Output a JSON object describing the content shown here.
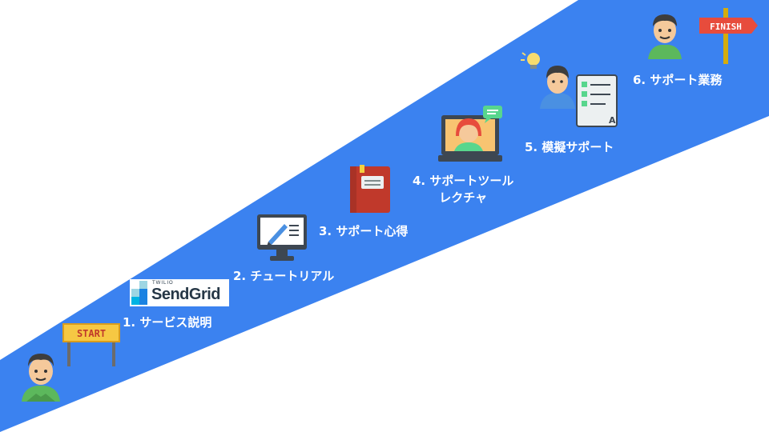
{
  "slide": {
    "banner_color": "#3b82f0",
    "start_sign": "START",
    "finish_sign": "FINISH",
    "logo": {
      "small": "TWILIO",
      "main": "SendGrid"
    },
    "steps": [
      {
        "label": "1. サービス説明",
        "icon": "sendgrid-logo"
      },
      {
        "label": "2. チュートリアル",
        "icon": "monitor-pen-icon"
      },
      {
        "label": "3. サポート心得",
        "icon": "red-book-icon"
      },
      {
        "line1": "4. サポートツール",
        "line2": "レクチャ",
        "icon": "laptop-support-icon"
      },
      {
        "label": "5. 模擬サポート",
        "icon": "person-idea-checklist-icon"
      },
      {
        "label": "6. サポート業務",
        "icon": "finish-flag-person-icon"
      }
    ]
  }
}
